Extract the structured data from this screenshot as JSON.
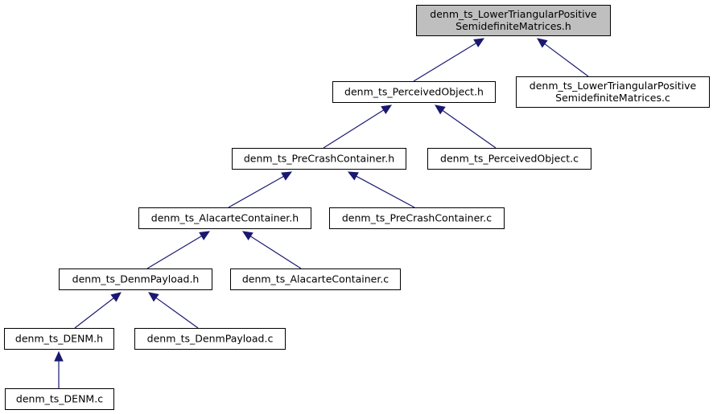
{
  "graph": {
    "nodes": [
      {
        "id": "n0",
        "label": [
          "denm_ts_LowerTriangularPositive",
          "SemidefiniteMatrices.h"
        ],
        "root": true
      },
      {
        "id": "n1",
        "label": [
          "denm_ts_PerceivedObject.h"
        ]
      },
      {
        "id": "n2",
        "label": [
          "denm_ts_LowerTriangularPositive",
          "SemidefiniteMatrices.c"
        ]
      },
      {
        "id": "n3",
        "label": [
          "denm_ts_PreCrashContainer.h"
        ]
      },
      {
        "id": "n4",
        "label": [
          "denm_ts_PerceivedObject.c"
        ]
      },
      {
        "id": "n5",
        "label": [
          "denm_ts_AlacarteContainer.h"
        ]
      },
      {
        "id": "n6",
        "label": [
          "denm_ts_PreCrashContainer.c"
        ]
      },
      {
        "id": "n7",
        "label": [
          "denm_ts_DenmPayload.h"
        ]
      },
      {
        "id": "n8",
        "label": [
          "denm_ts_AlacarteContainer.c"
        ]
      },
      {
        "id": "n9",
        "label": [
          "denm_ts_DENM.h"
        ]
      },
      {
        "id": "n10",
        "label": [
          "denm_ts_DenmPayload.c"
        ]
      },
      {
        "id": "n11",
        "label": [
          "denm_ts_DENM.c"
        ]
      }
    ],
    "edges": [
      {
        "from": "n1",
        "to": "n0"
      },
      {
        "from": "n2",
        "to": "n0"
      },
      {
        "from": "n3",
        "to": "n1"
      },
      {
        "from": "n4",
        "to": "n1"
      },
      {
        "from": "n5",
        "to": "n3"
      },
      {
        "from": "n6",
        "to": "n3"
      },
      {
        "from": "n7",
        "to": "n5"
      },
      {
        "from": "n8",
        "to": "n5"
      },
      {
        "from": "n9",
        "to": "n7"
      },
      {
        "from": "n10",
        "to": "n7"
      },
      {
        "from": "n11",
        "to": "n9"
      }
    ],
    "colors": {
      "root_fill": "#bfbfbf",
      "node_fill": "#ffffff",
      "edge": "#191970"
    }
  }
}
